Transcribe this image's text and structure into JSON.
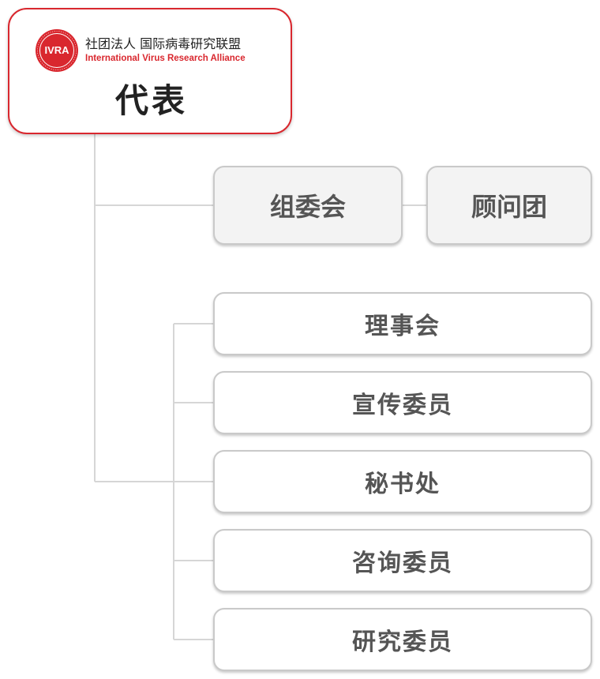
{
  "header": {
    "org_cn": "社团法人 国际病毒研究联盟",
    "org_en": "International Virus Research Alliance",
    "logo_text": "IVRA",
    "title": "代表"
  },
  "level2": [
    {
      "label": "组委会"
    },
    {
      "label": "顾问团"
    }
  ],
  "departments": [
    {
      "label": "理事会"
    },
    {
      "label": "宣传委员"
    },
    {
      "label": "秘书处"
    },
    {
      "label": "咨询委员"
    },
    {
      "label": "研究委员"
    }
  ],
  "colors": {
    "brand_red": "#d9272e",
    "connector": "#d6d6d6",
    "box_border": "#c9c9c9",
    "text": "#555555"
  }
}
